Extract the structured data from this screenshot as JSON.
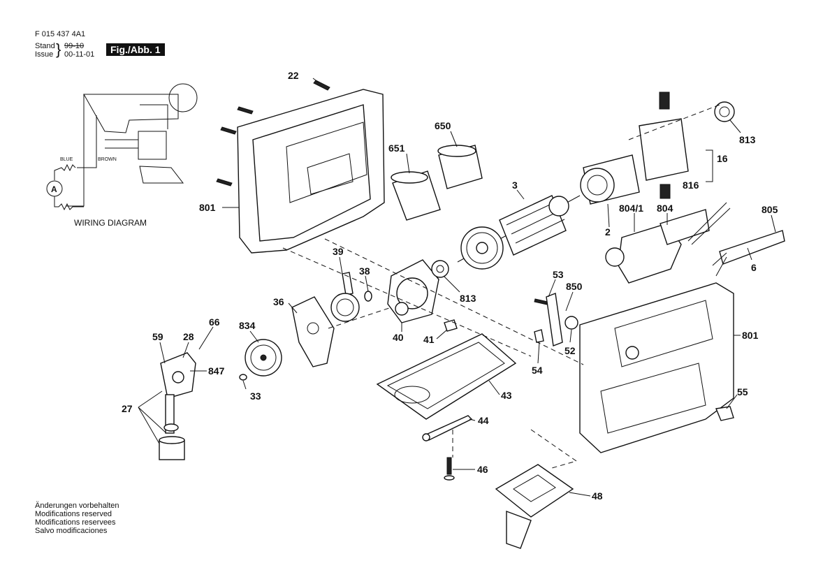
{
  "header": {
    "doc_number": "F 015 437 4A1",
    "stand_label": "Stand",
    "stand_value": "99-10",
    "issue_label": "Issue",
    "issue_value": "00-11-01",
    "figure_label": "Fig./Abb. 1"
  },
  "wiring": {
    "title": "WIRING DIAGRAM",
    "wire_blue": "BLUE",
    "wire_brown": "BROWN",
    "meter": "A"
  },
  "notes": [
    "Änderungen vorbehalten",
    "Modifications reserved",
    "Modifications reservees",
    "Salvo modificaciones"
  ],
  "callouts": {
    "c22": "22",
    "c650": "650",
    "c651": "651",
    "c813a": "813",
    "c16": "16",
    "c3": "3",
    "c816": "816",
    "c801a": "801",
    "c2": "2",
    "c804_1": "804/1",
    "c804": "804",
    "c805": "805",
    "c6": "6",
    "c39": "39",
    "c38": "38",
    "c813b": "813",
    "c53": "53",
    "c850": "850",
    "c36": "36",
    "c66": "66",
    "c834": "834",
    "c59": "59",
    "c28": "28",
    "c40": "40",
    "c41": "41",
    "c801b": "801",
    "c52": "52",
    "c847": "847",
    "c54": "54",
    "c33": "33",
    "c27": "27",
    "c43": "43",
    "c55": "55",
    "c44": "44",
    "c46": "46",
    "c48": "48"
  }
}
